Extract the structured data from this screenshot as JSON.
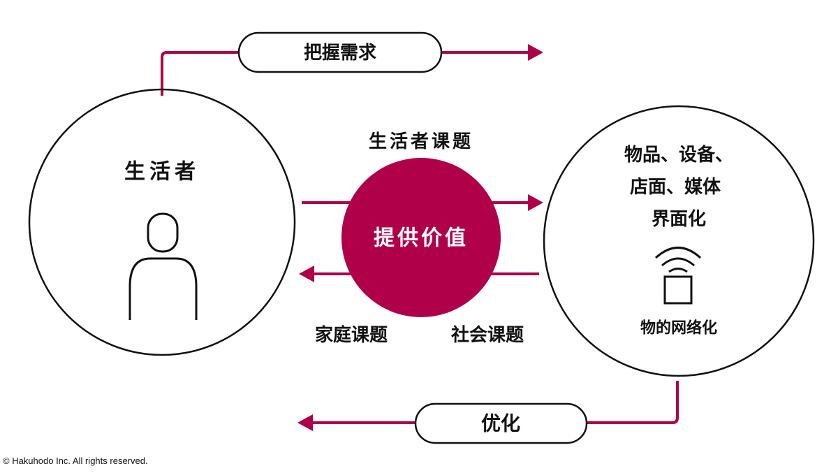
{
  "colors": {
    "accent": "#b1004a",
    "ink": "#111111"
  },
  "top_pill": "把握需求",
  "bottom_pill": "优化",
  "left_circle": {
    "title": "生活者",
    "icon": "person-icon"
  },
  "center": {
    "label": "提供价值",
    "top_label": "生活者课题",
    "bottom_left_label": "家庭课题",
    "bottom_right_label": "社会课题"
  },
  "right_circle": {
    "lines": [
      "物品、设备、",
      "店面、媒体",
      "界面化"
    ],
    "icon": "wireless-device-icon",
    "caption": "物的网络化"
  },
  "copyright": "© Hakuhodo Inc. All rights reserved."
}
